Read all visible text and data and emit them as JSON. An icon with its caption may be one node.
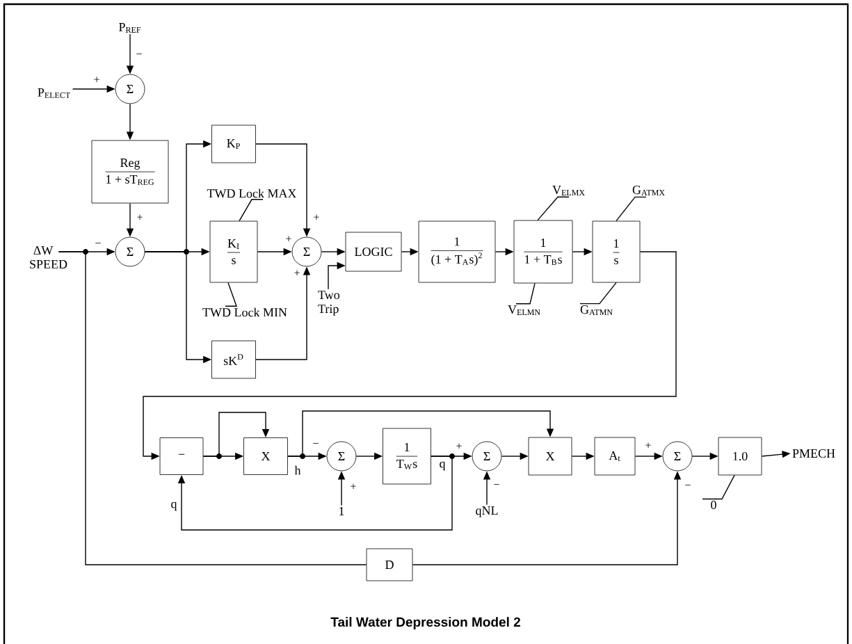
{
  "diagram": {
    "caption": "Tail Water Depression Model 2",
    "nodes": [
      {
        "text": [
          "P$_{REF}$"
        ]
      },
      {
        "text": [
          "P$_{ELECT}$"
        ]
      },
      {
        "text": [
          "Σ"
        ]
      },
      {
        "text": [
          "Reg",
          "1 + sT$_{REG}$"
        ]
      },
      {
        "text": [
          "ΔW SPEED"
        ]
      },
      {
        "text": [
          "Σ"
        ]
      },
      {
        "text": [
          "K$_{P}$"
        ]
      },
      {
        "text": [
          "K$_{I}$",
          "s"
        ]
      },
      {
        "text": [
          "sK$^{D}$"
        ]
      },
      {
        "text": [
          "Σ"
        ]
      },
      {
        "text": [
          "Two Trip"
        ]
      },
      {
        "text": [
          "LOGIC"
        ]
      },
      {
        "text": [
          "1",
          "(1 + T$_{A}$s)$^{2}$"
        ]
      },
      {
        "text": [
          "1",
          "1 + T$_{B}$s"
        ]
      },
      {
        "text": [
          "1",
          "s"
        ]
      },
      {
        "text": [
          "−"
        ]
      },
      {
        "text": [
          "X"
        ]
      },
      {
        "text": [
          "Σ"
        ]
      },
      {
        "text": [
          "1",
          "T$_{W}$s"
        ]
      },
      {
        "text": [
          "Σ"
        ]
      },
      {
        "text": [
          "X"
        ]
      },
      {
        "text": [
          "A$_{t}$"
        ]
      },
      {
        "text": [
          "Σ"
        ]
      },
      {
        "text": [
          "1.0"
        ]
      },
      {
        "text": [
          "PMECH"
        ]
      },
      {
        "text": [
          "1"
        ]
      },
      {
        "text": [
          "qNL"
        ]
      },
      {
        "text": [
          "D"
        ]
      },
      {
        "text": [
          "TWD Lock MAX"
        ]
      },
      {
        "text": [
          "TWD Lock MIN"
        ]
      },
      {
        "text": [
          "V$_{ELMX}$"
        ]
      },
      {
        "text": [
          "V$_{ELMN}$"
        ]
      },
      {
        "text": [
          "G$_{ATMX}$"
        ]
      },
      {
        "text": [
          "G$_{ATMN}$"
        ]
      },
      {
        "text": [
          "0"
        ]
      }
    ],
    "edges": [
      {
        "from": 0,
        "to": 2,
        "arrow": "to",
        "label": "−"
      },
      {
        "from": 1,
        "to": 2,
        "arrow": "to",
        "label": "+"
      },
      {
        "from": 2,
        "to": 3,
        "arrow": "to"
      },
      {
        "from": 3,
        "to": 5,
        "arrow": "to",
        "label": "+"
      },
      {
        "from": 4,
        "to": 5,
        "arrow": "to",
        "label": "−"
      },
      {
        "from": 5,
        "to": 6,
        "arrow": "to"
      },
      {
        "from": 5,
        "to": 7,
        "arrow": "to"
      },
      {
        "from": 5,
        "to": 8,
        "arrow": "to"
      },
      {
        "from": 6,
        "to": 9,
        "arrow": "to",
        "label": "+"
      },
      {
        "from": 7,
        "to": 9,
        "arrow": "to",
        "label": "+"
      },
      {
        "from": 8,
        "to": 9,
        "arrow": "to",
        "label": "+"
      },
      {
        "from": 9,
        "to": 11,
        "arrow": "to"
      },
      {
        "from": 10,
        "to": 11,
        "arrow": "to"
      },
      {
        "from": 11,
        "to": 12,
        "arrow": "to"
      },
      {
        "from": 12,
        "to": 13,
        "arrow": "to"
      },
      {
        "from": 13,
        "to": 14,
        "arrow": "to"
      },
      {
        "from": 14,
        "to": 15,
        "arrow": "to"
      },
      {
        "from": 15,
        "to": 16,
        "arrow": "to"
      },
      {
        "from": 15,
        "to": 16,
        "arrow": "to"
      },
      {
        "from": 16,
        "to": 17,
        "arrow": "to",
        "label": "−"
      },
      {
        "from": 16,
        "to": 20,
        "arrow": "to"
      },
      {
        "from": 25,
        "to": 17,
        "arrow": "to",
        "label": "+"
      },
      {
        "from": 17,
        "to": 18,
        "arrow": "to"
      },
      {
        "from": 18,
        "to": 19,
        "arrow": "to",
        "label": "+"
      },
      {
        "from": 18,
        "to": 15,
        "arrow": "to"
      },
      {
        "from": 26,
        "to": 19,
        "arrow": "to",
        "label": "−"
      },
      {
        "from": 19,
        "to": 20,
        "arrow": "to"
      },
      {
        "from": 20,
        "to": 21,
        "arrow": "to"
      },
      {
        "from": 21,
        "to": 22,
        "arrow": "to",
        "label": "+"
      },
      {
        "from": 22,
        "to": 23,
        "arrow": "to"
      },
      {
        "from": 23,
        "to": 24,
        "arrow": "to"
      },
      {
        "from": 4,
        "to": 27,
        "arrow": "none"
      },
      {
        "from": 27,
        "to": 22,
        "arrow": "to",
        "label": "−"
      },
      {
        "from": 28,
        "to": 7,
        "arrow": "none"
      },
      {
        "from": 29,
        "to": 7,
        "arrow": "none"
      },
      {
        "from": 30,
        "to": 13,
        "arrow": "none"
      },
      {
        "from": 31,
        "to": 13,
        "arrow": "none"
      },
      {
        "from": 32,
        "to": 14,
        "arrow": "none"
      },
      {
        "from": 33,
        "to": 14,
        "arrow": "none"
      },
      {
        "from": 34,
        "to": 23,
        "arrow": "none"
      }
    ],
    "labels": [
      "h",
      "q",
      "q"
    ]
  }
}
